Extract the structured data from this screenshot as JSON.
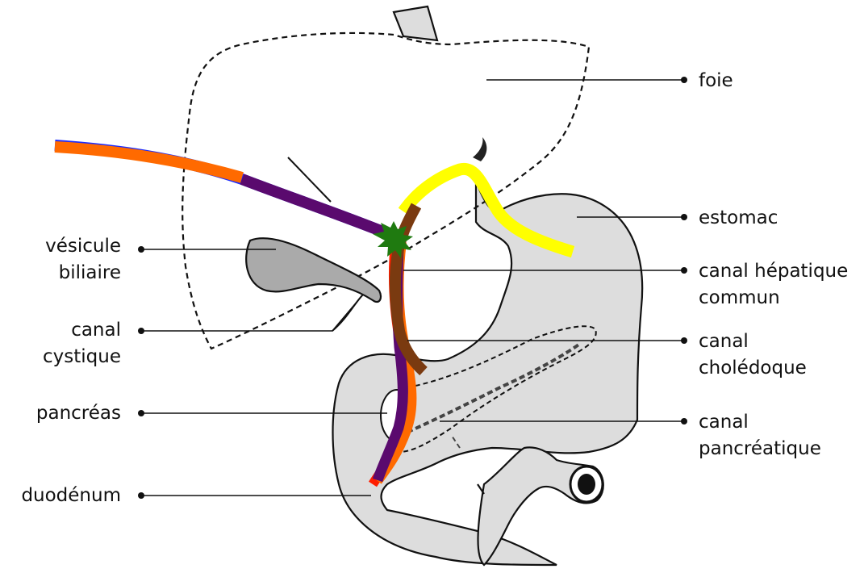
{
  "labels": {
    "foie": "foie",
    "estomac": "estomac",
    "canal_hepatique_line1": "canal hépatique",
    "canal_hepatique_line2": "commun",
    "canal_choledoque_line1": "canal",
    "canal_choledoque_line2": "cholédoque",
    "canal_pancreatique_line1": "canal",
    "canal_pancreatique_line2": "pancréatique",
    "vesicule_line1": "vésicule",
    "vesicule_line2": "biliaire",
    "canal_cystique_line1": "canal",
    "canal_cystique_line2": "cystique",
    "pancreas": "pancréas",
    "duodenum": "duodénum"
  },
  "colors": {
    "organ_fill": "#dddddd",
    "gallbladder_fill": "#aaaaaa",
    "outline": "#111111",
    "path_orange": "#ff6a00",
    "path_purple": "#5a0a6e",
    "path_yellow": "#ffff00",
    "path_brown": "#7a3a10",
    "path_red": "#ff1e00",
    "path_blue": "#1a2bff",
    "obstruction_green": "#1f7a10"
  }
}
